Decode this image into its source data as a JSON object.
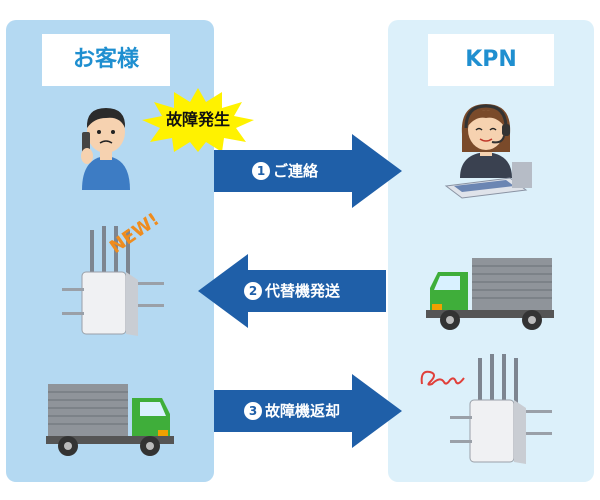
{
  "customer": {
    "title": "お客様"
  },
  "provider": {
    "title": "KPN"
  },
  "burst": {
    "label": "故障発生"
  },
  "new_badge": {
    "label": "NEW!"
  },
  "steps": [
    {
      "number": "1",
      "label": "ご連絡",
      "direction": "right"
    },
    {
      "number": "2",
      "label": "代替機発送",
      "direction": "left"
    },
    {
      "number": "3",
      "label": "故障機返却",
      "direction": "right"
    }
  ],
  "colors": {
    "customer_panel": "#b4d9f2",
    "provider_panel": "#dcf0fa",
    "title_text": "#1f8fd0",
    "arrow": "#1f5fa8",
    "burst": "#fff200",
    "new_badge": "#ef8c1e"
  },
  "icons": [
    "customer-on-phone-icon",
    "operator-with-headset-icon",
    "delivery-truck-icon",
    "router-icon",
    "scribble-icon"
  ]
}
